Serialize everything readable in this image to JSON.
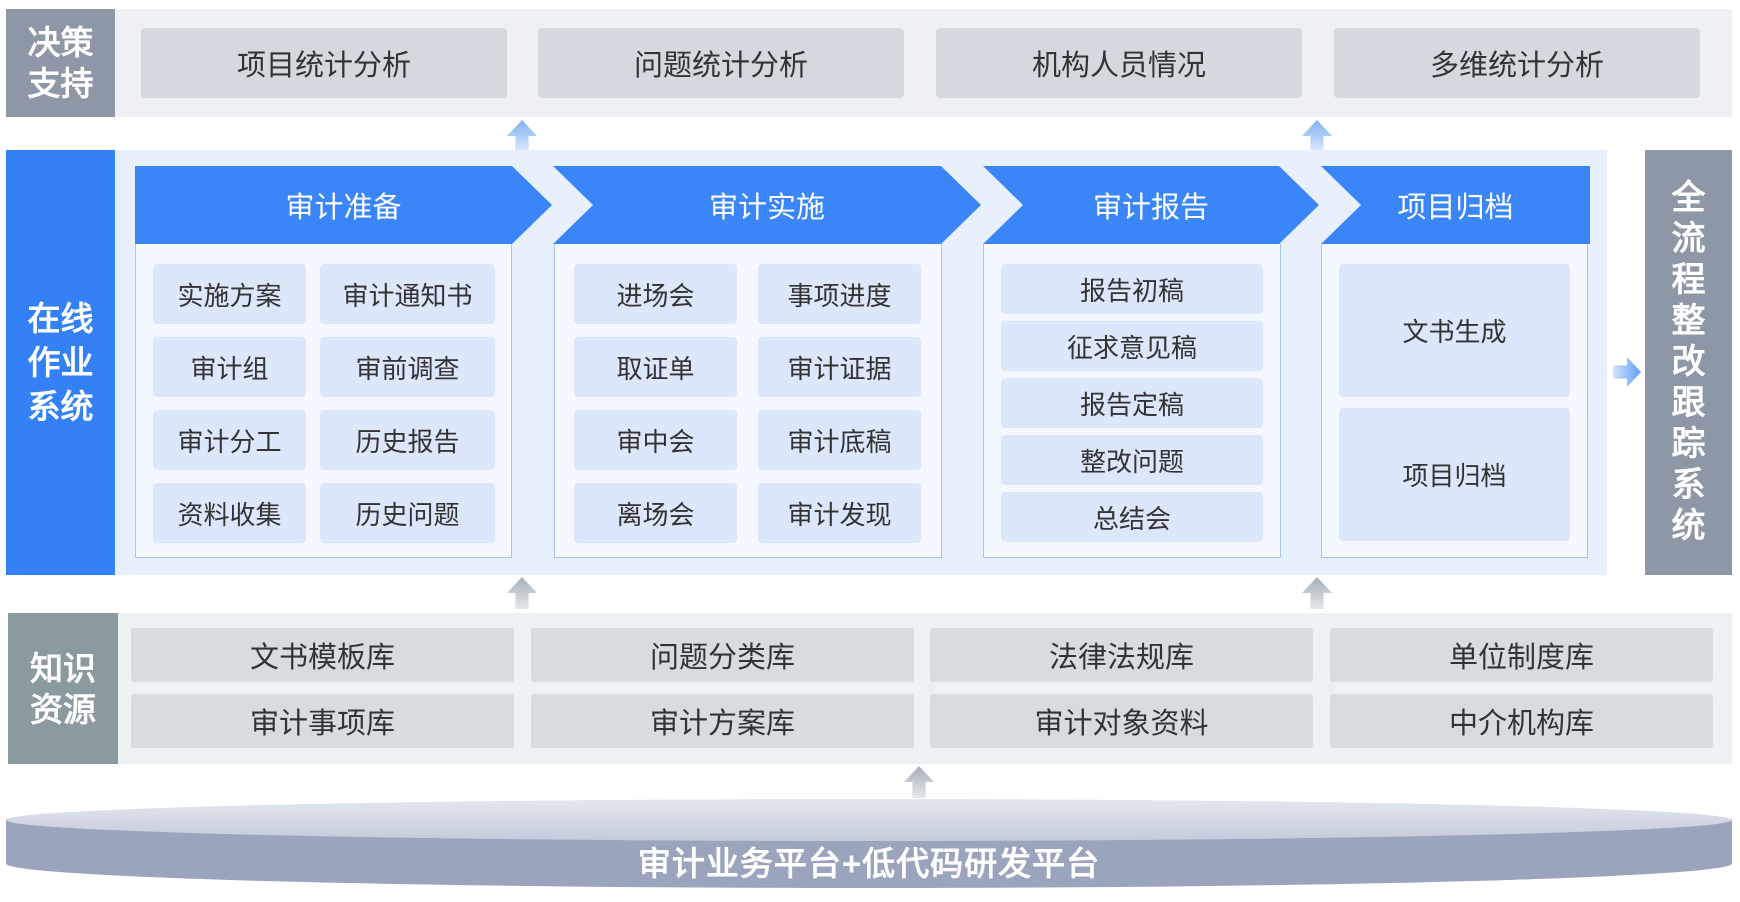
{
  "decision_support": {
    "label": "决策支持",
    "items": [
      "项目统计分析",
      "问题统计分析",
      "机构人员情况",
      "多维统计分析"
    ]
  },
  "online_system": {
    "label": "在线作业系统",
    "stages": [
      {
        "title": "审计准备",
        "items": [
          "实施方案",
          "审计通知书",
          "审计组",
          "审前调查",
          "审计分工",
          "历史报告",
          "资料收集",
          "历史问题"
        ]
      },
      {
        "title": "审计实施",
        "items": [
          "进场会",
          "事项进度",
          "取证单",
          "审计证据",
          "审中会",
          "审计底稿",
          "离场会",
          "审计发现"
        ]
      },
      {
        "title": "审计报告",
        "items": [
          "报告初稿",
          "征求意见稿",
          "报告定稿",
          "整改问题",
          "总结会"
        ]
      },
      {
        "title": "项目归档",
        "items": [
          "文书生成",
          "项目归档"
        ]
      }
    ]
  },
  "tracking_system": {
    "label": "全流程整改跟踪系统"
  },
  "knowledge_resources": {
    "label": "知识资源",
    "items": [
      "文书模板库",
      "问题分类库",
      "法律法规库",
      "单位制度库",
      "审计事项库",
      "审计方案库",
      "审计对象资料",
      "中介机构库"
    ]
  },
  "platform": {
    "label": "审计业务平台+低代码研发平台"
  },
  "icons": {
    "flow_up": "arrow-up-icon",
    "flow_right": "arrow-right-icon"
  },
  "colors": {
    "primary_blue": "#3a85f7",
    "online_label_blue": "#3480f6",
    "panel_light_blue": "#e8f0fd",
    "item_blue": "#dce7fb",
    "side_label_gray": "#8d97a6",
    "knowledge_label_gray": "#8a9a9e",
    "button_gray": "#d4d8df",
    "platform_gray_blue": "#9aa4bd"
  }
}
